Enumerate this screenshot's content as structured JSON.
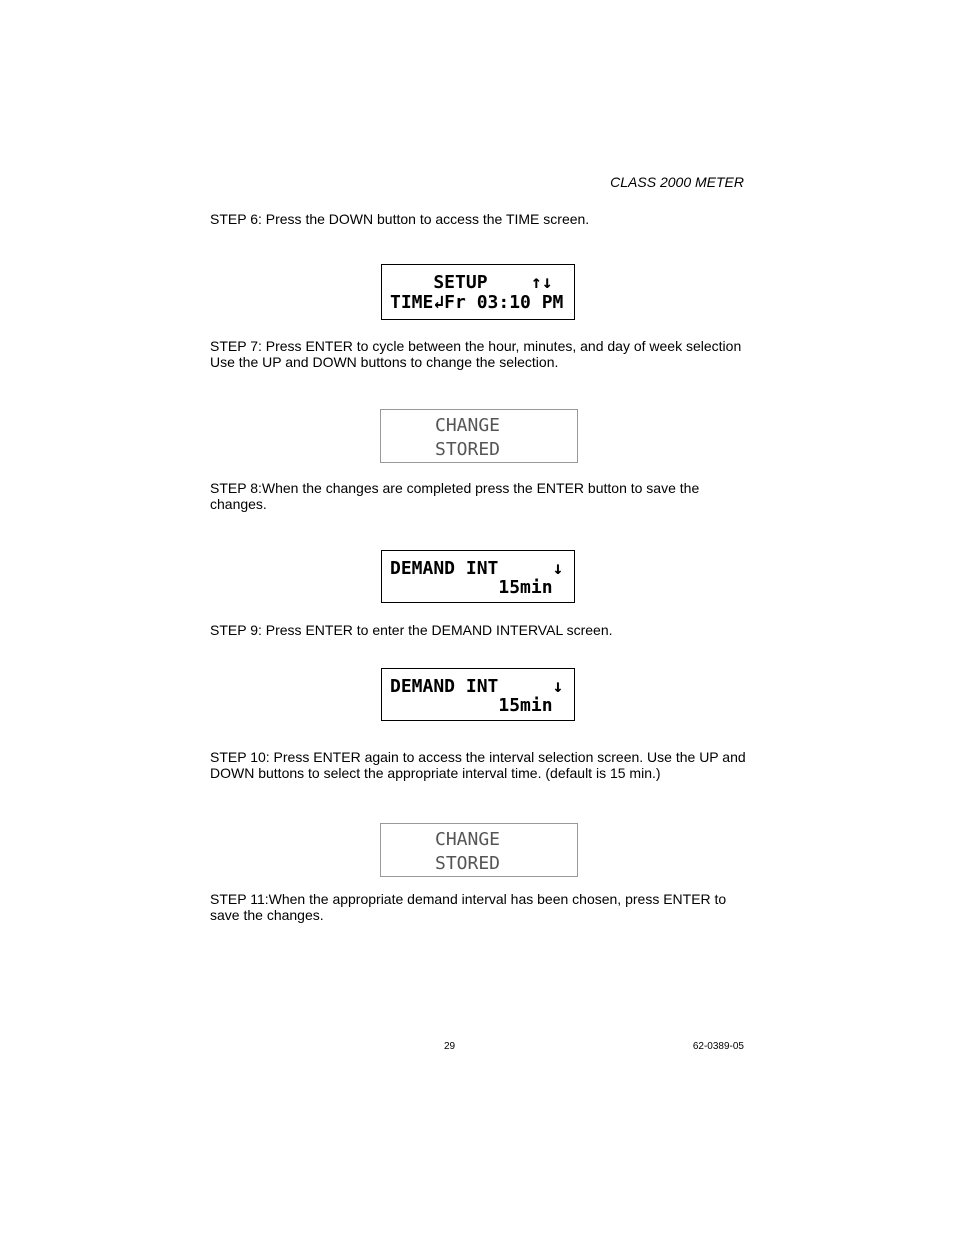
{
  "header": {
    "title": "CLASS 2000 METER"
  },
  "steps": {
    "step6": "STEP 6: Press the DOWN button to access the TIME screen.",
    "step7": "STEP 7: Press ENTER to cycle between the hour, minutes, and day of week selection Use the UP and DOWN buttons to change the selection.",
    "step8": "STEP 8:When the changes are completed press the ENTER button to save the changes.",
    "step9": "STEP 9: Press ENTER to enter the DEMAND INTERVAL screen.",
    "step10": "STEP 10: Press ENTER again to access the interval selection screen. Use the UP and DOWN buttons to select the appropriate interval time. (default is 15 min.)",
    "step11": "STEP 11:When the appropriate demand interval has been chosen, press ENTER to save the changes."
  },
  "displays": {
    "setup_time": {
      "line1": "    SETUP    ↑↓",
      "line2": "TIME↲Fr 03:10 PM"
    },
    "change_stored_1": {
      "line1": "CHANGE",
      "line2": "STORED"
    },
    "demand_int_1": {
      "line1": "DEMAND INT     ↓",
      "line2": "          15min"
    },
    "demand_int_2": {
      "line1": "DEMAND INT     ↓",
      "line2": "          15min"
    },
    "change_stored_2": {
      "line1": "CHANGE",
      "line2": "STORED"
    }
  },
  "footer": {
    "page_number": "29",
    "doc_number": "62-0389-05"
  }
}
